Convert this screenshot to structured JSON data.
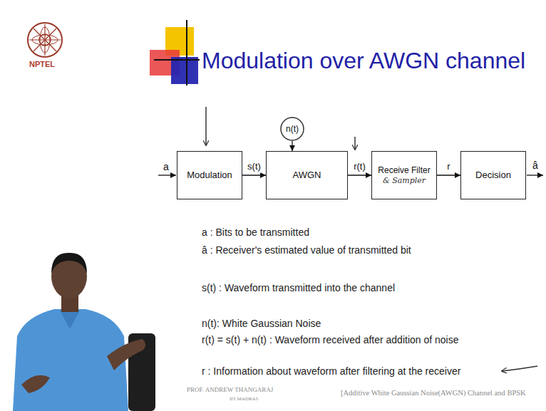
{
  "diagram": {
    "title": "Modulation over AWGN channel",
    "nodes": [
      {
        "text": [
          "n(t)"
        ]
      },
      {
        "text": [
          "Modulation"
        ]
      },
      {
        "text": [
          "AWGN"
        ]
      },
      {
        "text": [
          "Receive Filter",
          "& Sampler"
        ]
      },
      {
        "text": [
          "Decision"
        ]
      }
    ],
    "edges": [
      {
        "from": 0,
        "to": 2,
        "arrow": "to"
      },
      {
        "from": 1,
        "to": 2,
        "label": "s(t)",
        "arrow": "to"
      },
      {
        "from": 2,
        "to": 3,
        "label": "r(t)",
        "arrow": "to"
      },
      {
        "from": 3,
        "to": 4,
        "label": "r",
        "arrow": "to"
      }
    ],
    "labels": [
      "NPTEL",
      "a",
      "â",
      "a : Bits to be transmitted",
      "â : Receiver's estimated value of transmitted bit",
      "s(t) : Waveform transmitted into the channel",
      "n(t): White Gaussian Noise",
      "r(t) = s(t) + n(t) : Waveform received after addition of noise",
      "r : Information about waveform after filtering at the receiver",
      "PROF. ANDREW THANGARAJ",
      "IIT MADRAS",
      "[Additive White Gaussian Noise(AWGN) Channel and BPSK"
    ]
  }
}
